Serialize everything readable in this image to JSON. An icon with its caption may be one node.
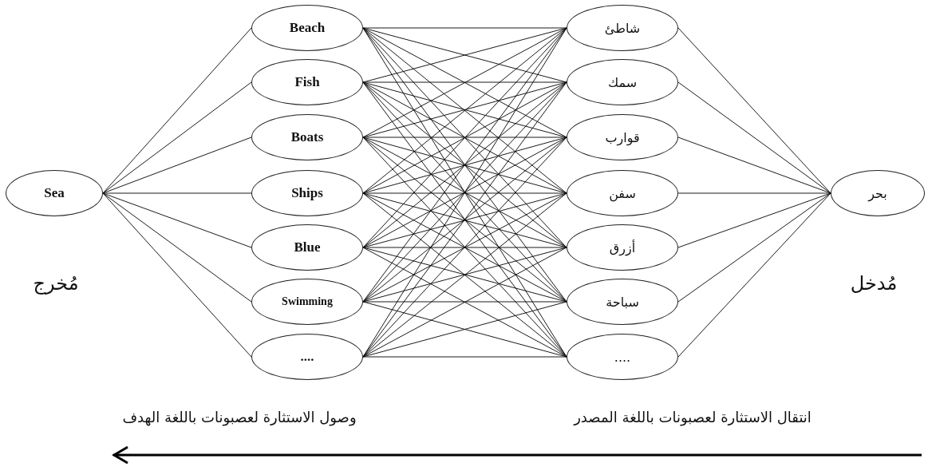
{
  "diagram": {
    "nodes": [
      {
        "text": [
          "Sea"
        ]
      },
      {
        "text": [
          "Beach"
        ]
      },
      {
        "text": [
          "Fish"
        ]
      },
      {
        "text": [
          "Boats"
        ]
      },
      {
        "text": [
          "Ships"
        ]
      },
      {
        "text": [
          "Blue"
        ]
      },
      {
        "text": [
          "Swimming"
        ]
      },
      {
        "text": [
          "...."
        ]
      },
      {
        "text": [
          "شاطئ"
        ]
      },
      {
        "text": [
          "سمك"
        ]
      },
      {
        "text": [
          "قوارب"
        ]
      },
      {
        "text": [
          "سفن"
        ]
      },
      {
        "text": [
          "أزرق"
        ]
      },
      {
        "text": [
          "سباحة"
        ]
      },
      {
        "text": [
          "...."
        ]
      },
      {
        "text": [
          "بحر"
        ]
      }
    ],
    "edges": [
      {
        "from": 0,
        "to": 1,
        "arrow": "none"
      },
      {
        "from": 0,
        "to": 2,
        "arrow": "none"
      },
      {
        "from": 0,
        "to": 3,
        "arrow": "none"
      },
      {
        "from": 0,
        "to": 4,
        "arrow": "none"
      },
      {
        "from": 0,
        "to": 5,
        "arrow": "none"
      },
      {
        "from": 0,
        "to": 6,
        "arrow": "none"
      },
      {
        "from": 0,
        "to": 7,
        "arrow": "none"
      },
      {
        "from": 1,
        "to": 8,
        "arrow": "none"
      },
      {
        "from": 1,
        "to": 9,
        "arrow": "none"
      },
      {
        "from": 1,
        "to": 10,
        "arrow": "none"
      },
      {
        "from": 1,
        "to": 11,
        "arrow": "none"
      },
      {
        "from": 1,
        "to": 12,
        "arrow": "none"
      },
      {
        "from": 1,
        "to": 13,
        "arrow": "none"
      },
      {
        "from": 1,
        "to": 14,
        "arrow": "none"
      },
      {
        "from": 2,
        "to": 8,
        "arrow": "none"
      },
      {
        "from": 2,
        "to": 9,
        "arrow": "none"
      },
      {
        "from": 2,
        "to": 10,
        "arrow": "none"
      },
      {
        "from": 2,
        "to": 11,
        "arrow": "none"
      },
      {
        "from": 2,
        "to": 12,
        "arrow": "none"
      },
      {
        "from": 2,
        "to": 13,
        "arrow": "none"
      },
      {
        "from": 2,
        "to": 14,
        "arrow": "none"
      },
      {
        "from": 3,
        "to": 8,
        "arrow": "none"
      },
      {
        "from": 3,
        "to": 9,
        "arrow": "none"
      },
      {
        "from": 3,
        "to": 10,
        "arrow": "none"
      },
      {
        "from": 3,
        "to": 11,
        "arrow": "none"
      },
      {
        "from": 3,
        "to": 12,
        "arrow": "none"
      },
      {
        "from": 3,
        "to": 13,
        "arrow": "none"
      },
      {
        "from": 3,
        "to": 14,
        "arrow": "none"
      },
      {
        "from": 4,
        "to": 8,
        "arrow": "none"
      },
      {
        "from": 4,
        "to": 9,
        "arrow": "none"
      },
      {
        "from": 4,
        "to": 10,
        "arrow": "none"
      },
      {
        "from": 4,
        "to": 11,
        "arrow": "none"
      },
      {
        "from": 4,
        "to": 12,
        "arrow": "none"
      },
      {
        "from": 4,
        "to": 13,
        "arrow": "none"
      },
      {
        "from": 4,
        "to": 14,
        "arrow": "none"
      },
      {
        "from": 5,
        "to": 8,
        "arrow": "none"
      },
      {
        "from": 5,
        "to": 9,
        "arrow": "none"
      },
      {
        "from": 5,
        "to": 10,
        "arrow": "none"
      },
      {
        "from": 5,
        "to": 11,
        "arrow": "none"
      },
      {
        "from": 5,
        "to": 12,
        "arrow": "none"
      },
      {
        "from": 5,
        "to": 13,
        "arrow": "none"
      },
      {
        "from": 5,
        "to": 14,
        "arrow": "none"
      },
      {
        "from": 6,
        "to": 8,
        "arrow": "none"
      },
      {
        "from": 6,
        "to": 9,
        "arrow": "none"
      },
      {
        "from": 6,
        "to": 10,
        "arrow": "none"
      },
      {
        "from": 6,
        "to": 11,
        "arrow": "none"
      },
      {
        "from": 6,
        "to": 12,
        "arrow": "none"
      },
      {
        "from": 6,
        "to": 13,
        "arrow": "none"
      },
      {
        "from": 6,
        "to": 14,
        "arrow": "none"
      },
      {
        "from": 7,
        "to": 8,
        "arrow": "none"
      },
      {
        "from": 7,
        "to": 9,
        "arrow": "none"
      },
      {
        "from": 7,
        "to": 10,
        "arrow": "none"
      },
      {
        "from": 7,
        "to": 11,
        "arrow": "none"
      },
      {
        "from": 7,
        "to": 12,
        "arrow": "none"
      },
      {
        "from": 7,
        "to": 13,
        "arrow": "none"
      },
      {
        "from": 7,
        "to": 14,
        "arrow": "none"
      },
      {
        "from": 8,
        "to": 15,
        "arrow": "none"
      },
      {
        "from": 9,
        "to": 15,
        "arrow": "none"
      },
      {
        "from": 10,
        "to": 15,
        "arrow": "none"
      },
      {
        "from": 11,
        "to": 15,
        "arrow": "none"
      },
      {
        "from": 12,
        "to": 15,
        "arrow": "none"
      },
      {
        "from": 13,
        "to": 15,
        "arrow": "none"
      },
      {
        "from": 14,
        "to": 15,
        "arrow": "none"
      }
    ],
    "labels": [
      "مُخرج",
      "مُدخل",
      "وصول الاستثارة لعصبونات باللغة الهدف",
      "انتقال الاستثارة لعصبونات باللغة المصدر"
    ]
  }
}
